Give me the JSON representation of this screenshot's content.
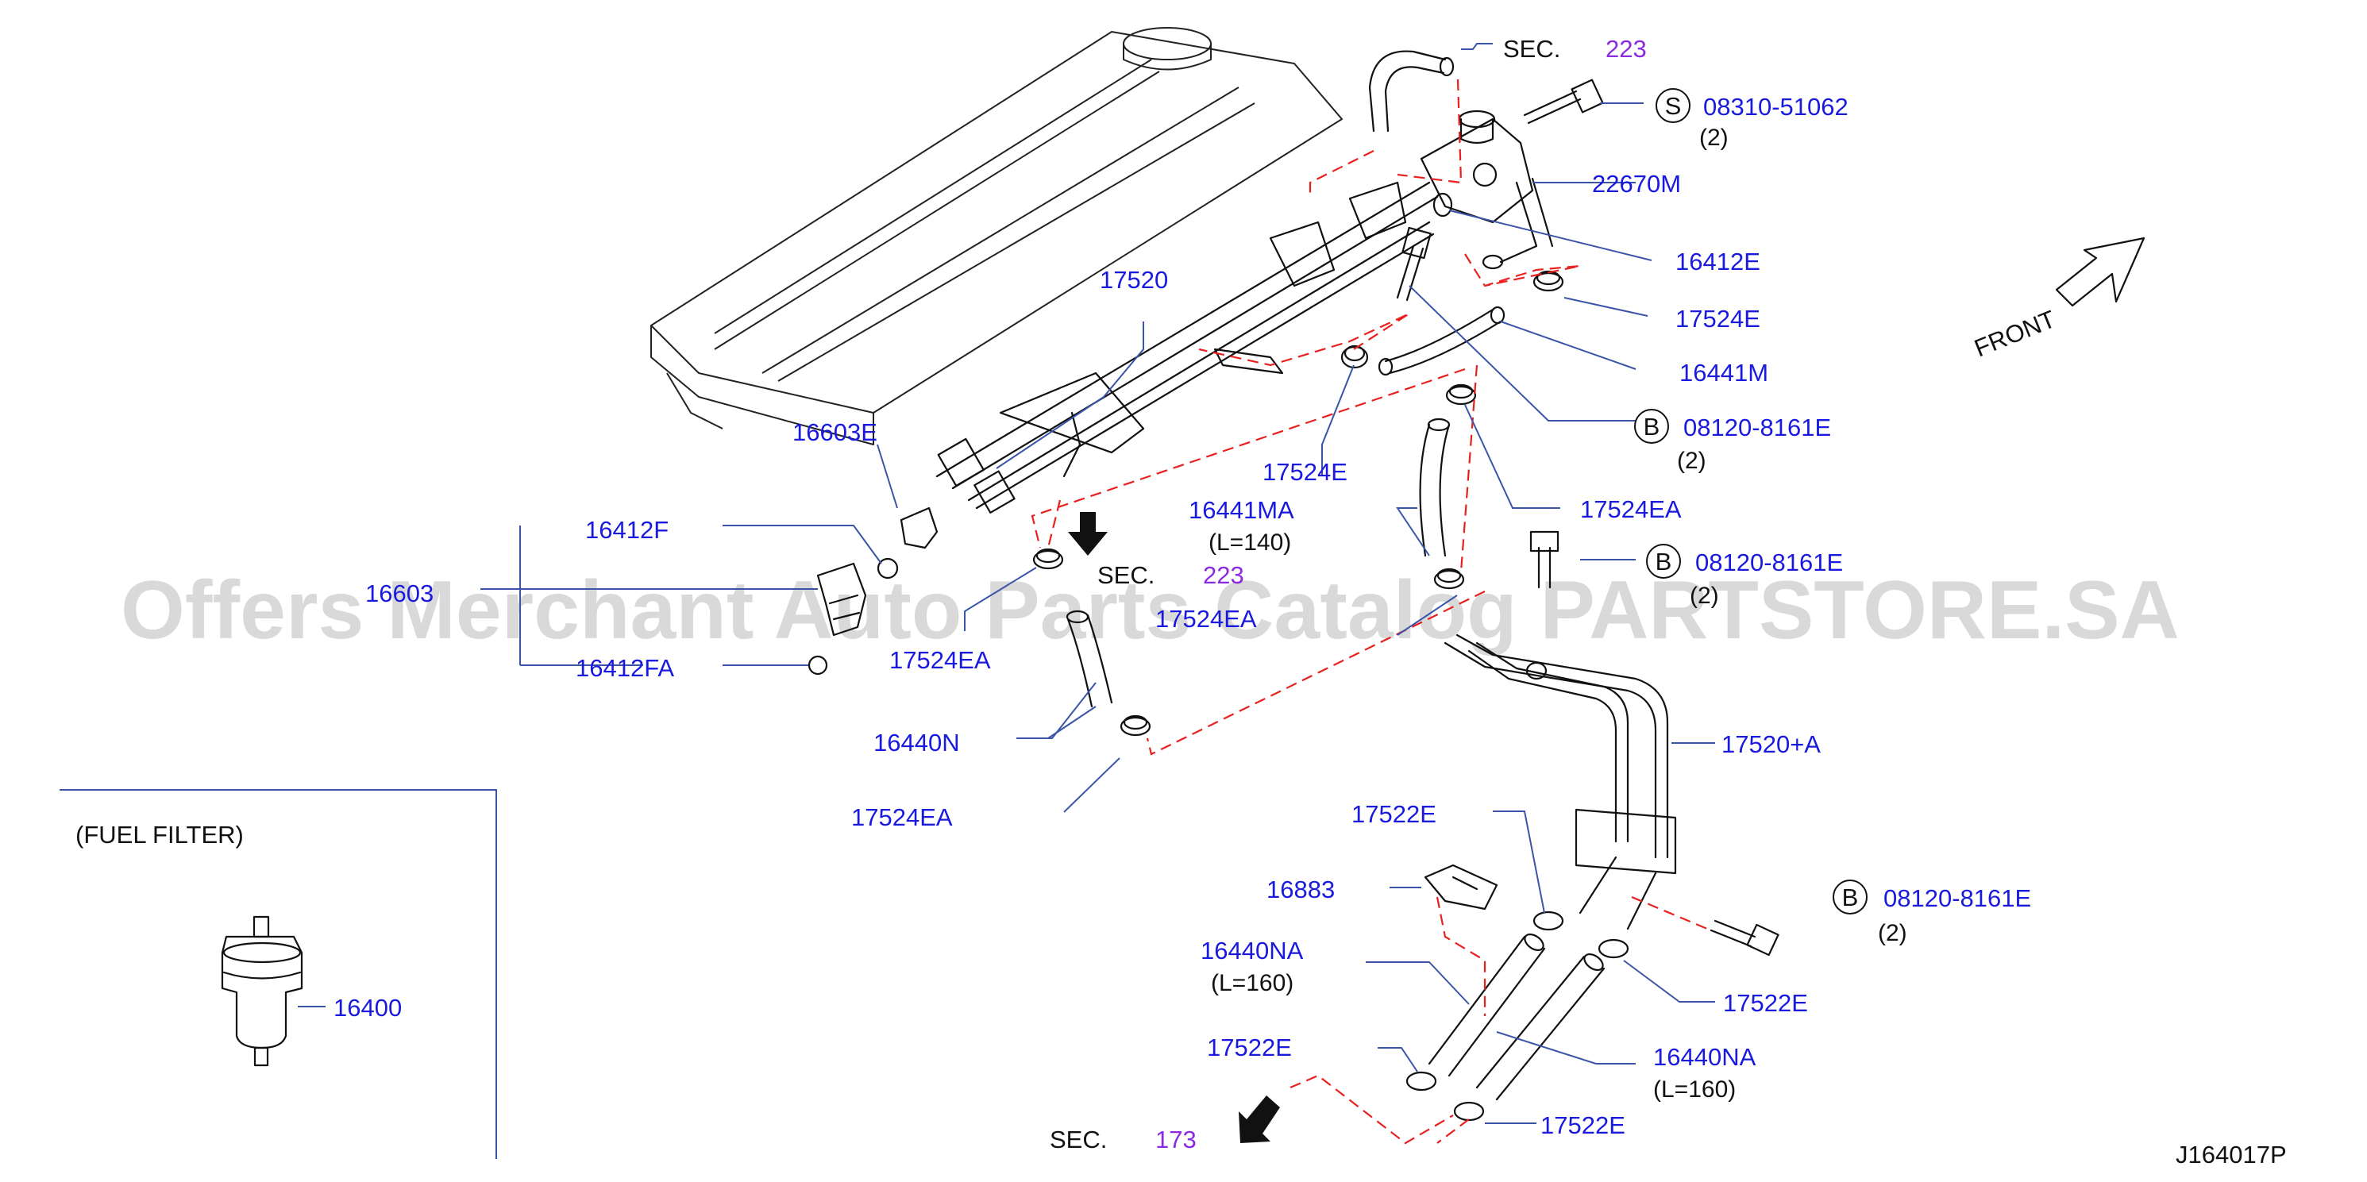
{
  "diagram_id": "J164017P",
  "front_label": "FRONT",
  "watermark": "Offers Merchant Auto Parts Catalog PARTSTORE.SA",
  "fuel_filter_title": "(FUEL   FILTER)",
  "sections": [
    {
      "label": "SEC.",
      "number": "223"
    },
    {
      "label": "SEC.",
      "number": "223"
    },
    {
      "label": "SEC.",
      "number": "173"
    }
  ],
  "callouts": [
    {
      "symbol": "S",
      "part": "08310-51062",
      "qty": "(2)"
    },
    {
      "symbol": "B",
      "part": "08120-8161E",
      "qty": "(2)"
    },
    {
      "symbol": "B",
      "part": "08120-8161E",
      "qty": "(2)"
    },
    {
      "symbol": "B",
      "part": "08120-8161E",
      "qty": "(2)"
    }
  ],
  "parts": {
    "p22670M": "22670M",
    "p16412E": "16412E",
    "p17524E_a": "17524E",
    "p16441M": "16441M",
    "p17520": "17520",
    "p17524E_b": "17524E",
    "p17524EA_a": "17524EA",
    "p16441MA": "16441MA",
    "p16441MA_len": "(L=140)",
    "p16603E": "16603E",
    "p16412F": "16412F",
    "p166x3": "16603",
    "p16412FA": "16412FA",
    "p17524EA_b": "17524EA",
    "p17524EA_c": "17524EA",
    "p16440N": "16440N",
    "p17524EA_d": "17524EA",
    "p17520A": "17520+A",
    "p17522E_a": "17522E",
    "p16883": "16883",
    "p16440NA_a": "16440NA",
    "p16440NA_a_len": "(L=160)",
    "p17522E_b": "17522E",
    "p16440NA_b": "16440NA",
    "p16440NA_b_len": "(L=160)",
    "p17522E_c": "17522E",
    "p17522E_d": "17522E",
    "p16400": "16400"
  },
  "colors": {
    "part_number": "#1a1adf",
    "section_number": "#8a2be2",
    "dashed_line": "#e8211f",
    "leader_line": "#3a55a8",
    "watermark": "#b9b9b9"
  }
}
